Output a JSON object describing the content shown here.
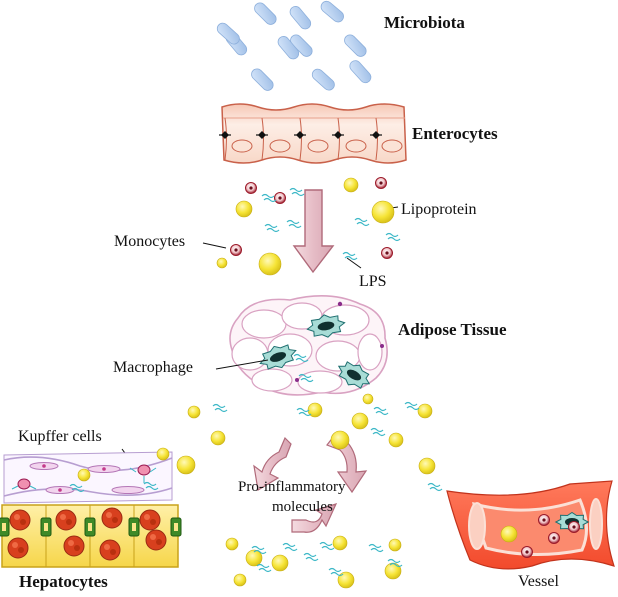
{
  "labels": {
    "microbiota": "Microbiota",
    "enterocytes": "Enterocytes",
    "lipoprotein": "Lipoprotein",
    "monocytes": "Monocytes",
    "lps": "LPS",
    "adipose_tissue": "Adipose Tissue",
    "macrophage": "Macrophage",
    "kupffer_cells": "Kupffer cells",
    "pro_inflammatory_line1": "Pro-inflammatory",
    "pro_inflammatory_line2": "molecules",
    "hepatocytes": "Hepatocytes",
    "vessel": "Vessel"
  },
  "colors": {
    "bacteria": "#aac8ec",
    "enterocyte_fill": "#fbe3d6",
    "enterocyte_edge": "#c9614a",
    "lipoprotein": "#f6e436",
    "monocyte": "#9b1a2a",
    "lps": "#3ab7c6",
    "flow_arrow_fill": "#e8c4cc",
    "flow_arrow_edge": "#b06a7a",
    "adipocyte_edge": "#d9a2c2",
    "macrophage": "#1f6f70",
    "vessel_wall": "#f04a2e",
    "vessel_lumen": "#fb8a6e",
    "hepatocyte_fill": "#fbe58a",
    "hepatocyte_nucleus": "#d8401e",
    "sinusoid_node": "#3f8a28"
  }
}
